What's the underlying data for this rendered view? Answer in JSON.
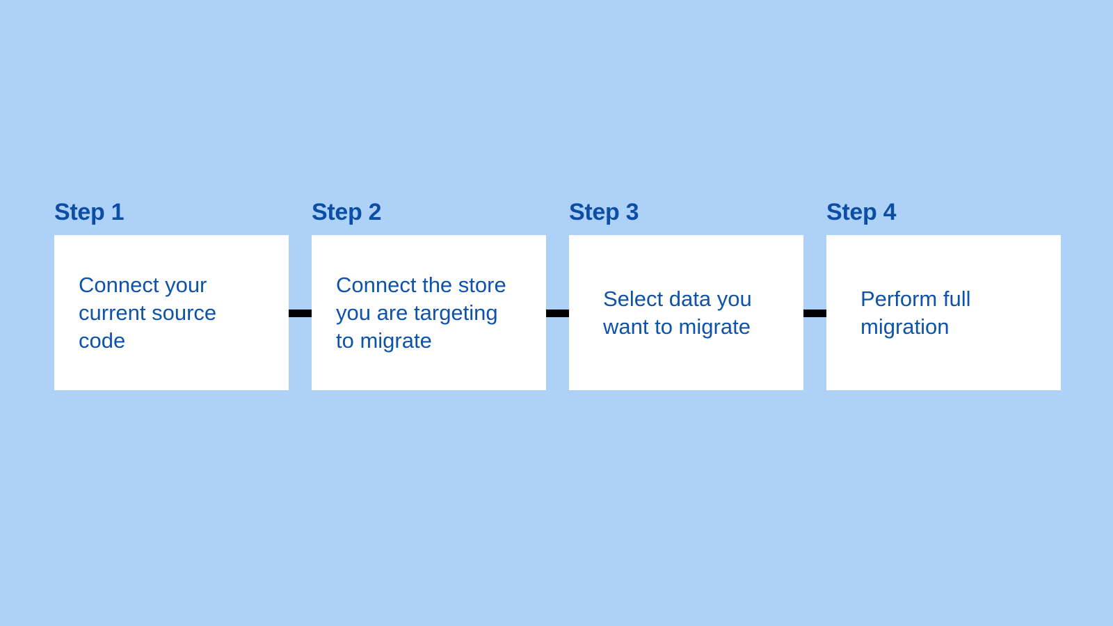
{
  "colors": {
    "bg": "#aed1f8",
    "card": "#ffffff",
    "label": "#0c4da5",
    "text": "#0e53a9",
    "connector": "#000000"
  },
  "steps": [
    {
      "label": "Step 1",
      "lines": [
        "Connect your",
        "current source",
        "code"
      ]
    },
    {
      "label": "Step 2",
      "lines": [
        "Connect the store",
        "you are targeting",
        "to migrate"
      ]
    },
    {
      "label": "Step 3",
      "lines": [
        "Select data you",
        "want to migrate"
      ]
    },
    {
      "label": "Step 4",
      "lines": [
        "Perform full",
        "migration"
      ]
    }
  ]
}
